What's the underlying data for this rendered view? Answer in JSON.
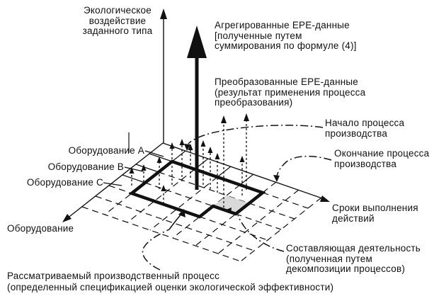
{
  "figure": {
    "type": "isometric-process-grid-diagram",
    "labels": {
      "impact_axis": "Экологическое\nвоздействие\nзаданного типа",
      "aggregated_epe": "Агрегированные EPE-данные\n[полученные путем\nсуммирования по формуле (4)]",
      "transformed_epe": "Преобразованные EPE-данные\n(результат применения процесса\nпреобразования)",
      "process_start": "Начало процесса\nпроизводства",
      "process_end": "Окончание процесса\nпроизводства",
      "timing_axis": "Сроки выполнения\nдействий",
      "component_activity": "Составляющая деятельность\n(полученная путем\nдекомпозиции процессов)",
      "equipment_axis": "Оборудование",
      "equipment_a": "Оборудование A",
      "equipment_b": "Оборудование B",
      "equipment_c": "Оборудование C",
      "process_caption": "Рассматриваемый производственный процесс\n(определенный спецификацией оценки экологической эффективности)"
    },
    "colors": {
      "ink": "#111111",
      "shaded_cell": "#d9d9d9",
      "background": "#ffffff"
    }
  }
}
